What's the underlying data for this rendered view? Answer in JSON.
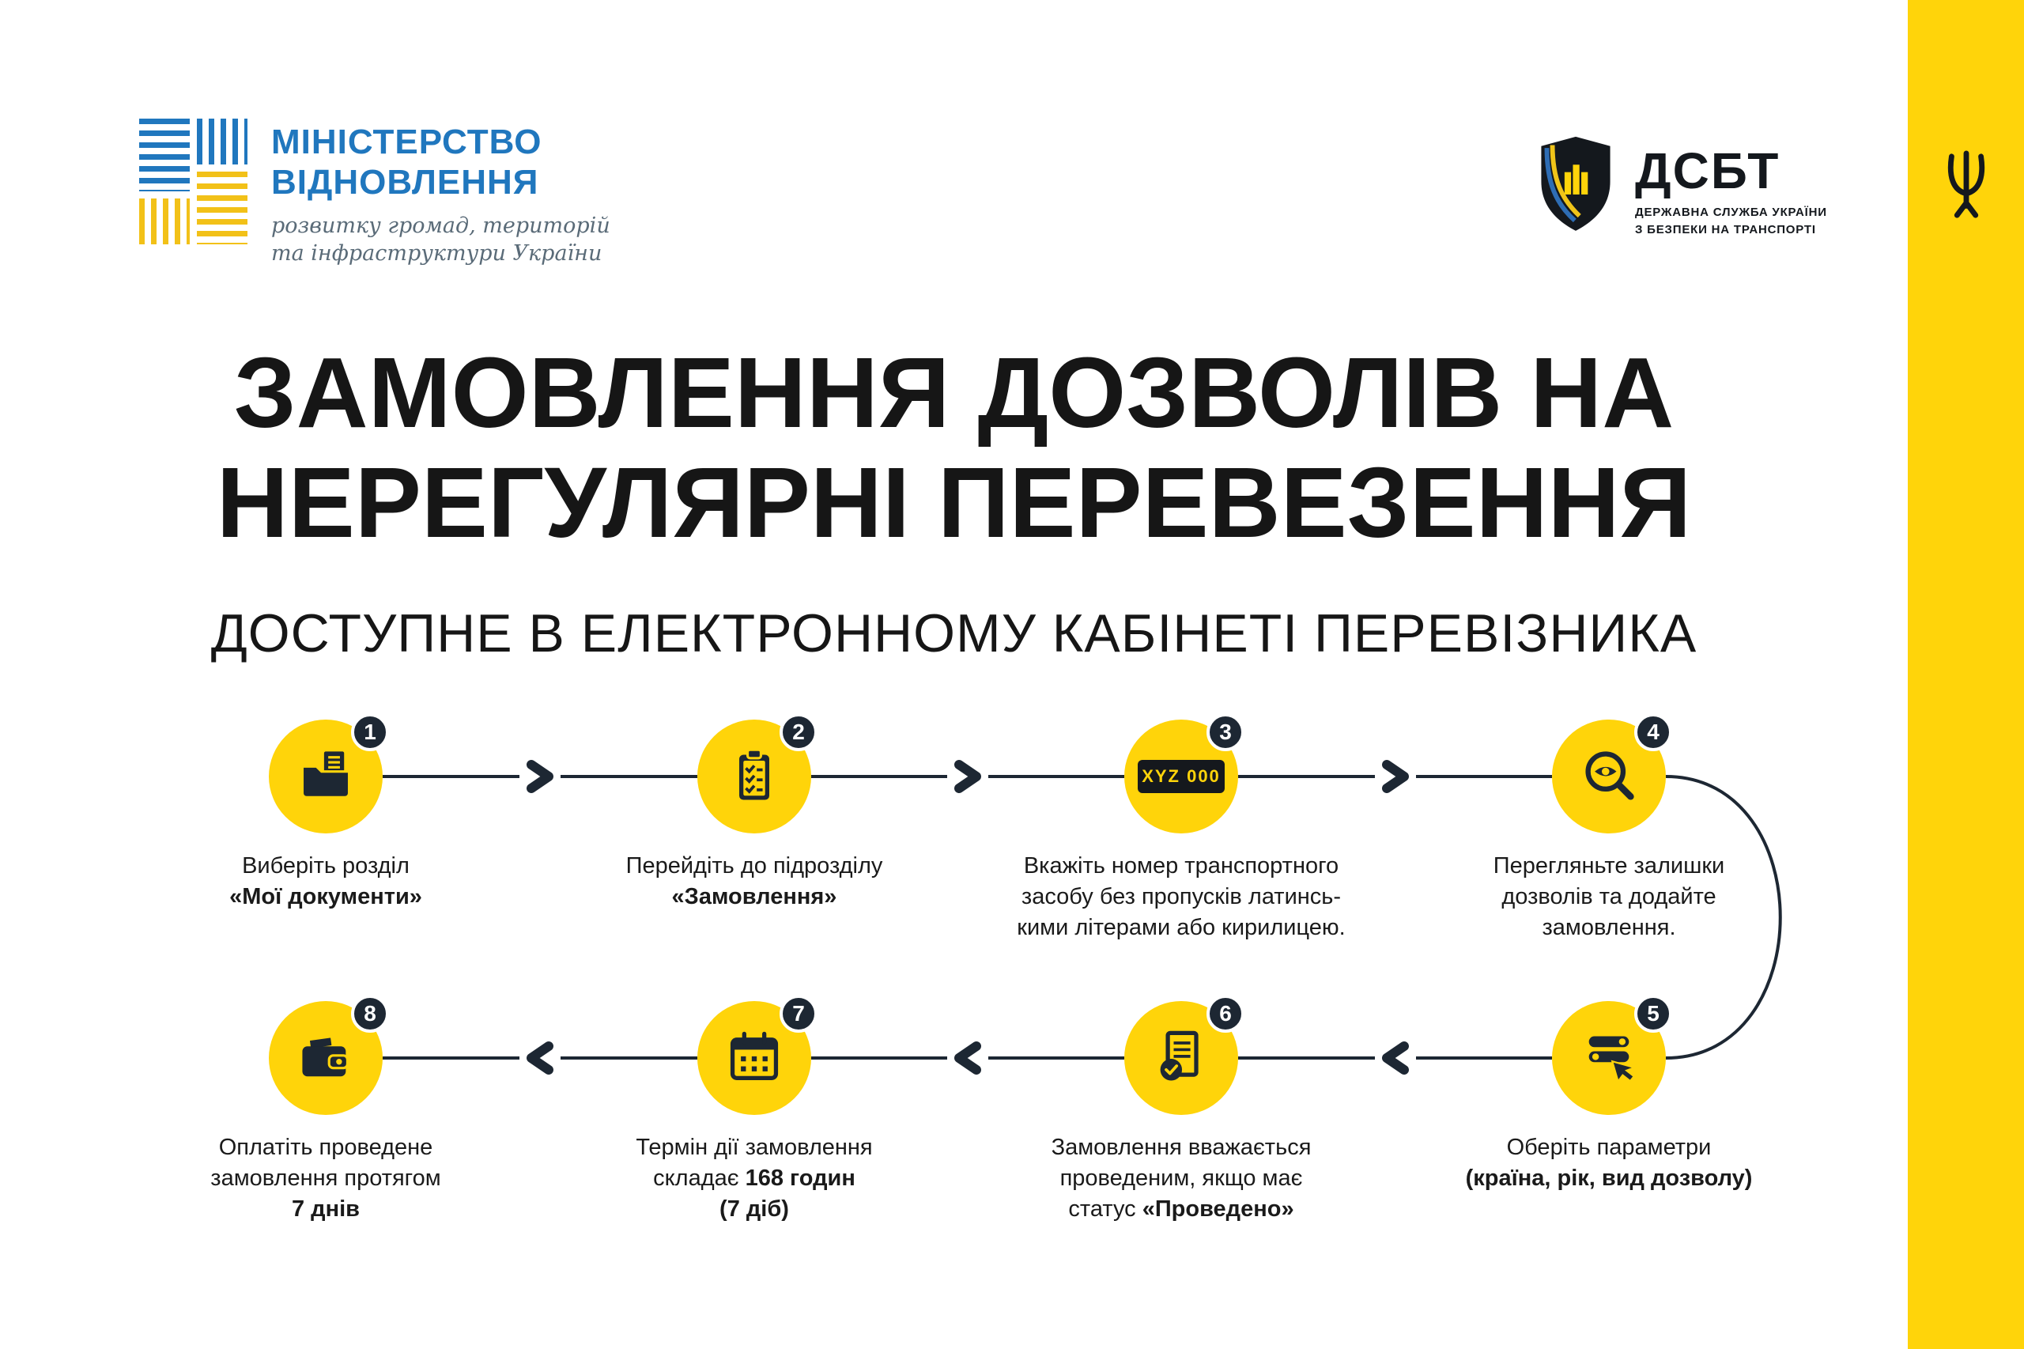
{
  "colors": {
    "accent_yellow": "#FFD40A",
    "dark_navy": "#1D2733",
    "ministry_blue": "#2077BE",
    "title_black": "#161616"
  },
  "header": {
    "ministry": {
      "line1": "МІНІСТЕРСТВО",
      "line2": "ВІДНОВЛЕННЯ",
      "sub1": "розвитку громад, територій",
      "sub2": "та інфраструктури України"
    },
    "dsbt": {
      "abbr": "ДСБТ",
      "sub1": "ДЕРЖАВНА СЛУЖБА УКРАЇНИ",
      "sub2": "З БЕЗПЕКИ НА ТРАНСПОРТІ"
    }
  },
  "title": {
    "line1": "ЗАМОВЛЕННЯ ДОЗВОЛІВ НА",
    "line2": "НЕРЕГУЛЯРНІ ПЕРЕВЕЗЕННЯ"
  },
  "subtitle": "ДОСТУПНЕ В ЕЛЕКТРОННОМУ КАБІНЕТІ ПЕРЕВІЗНИКА",
  "steps": [
    {
      "number": "1",
      "icon": "folder-documents-icon",
      "lines": [
        [
          {
            "t": "Виберіть розділ",
            "b": false
          }
        ],
        [
          {
            "t": "«Мої документи»",
            "b": true
          }
        ]
      ]
    },
    {
      "number": "2",
      "icon": "clipboard-checklist-icon",
      "lines": [
        [
          {
            "t": "Перейдіть до підрозділу",
            "b": false
          }
        ],
        [
          {
            "t": "«Замовлення»",
            "b": true
          }
        ]
      ]
    },
    {
      "number": "3",
      "icon": "license-plate-icon",
      "plate_text": "XYZ 000",
      "lines": [
        [
          {
            "t": "Вкажіть номер транспортного",
            "b": false
          }
        ],
        [
          {
            "t": "засобу без пропусків латинсь-",
            "b": false
          }
        ],
        [
          {
            "t": "кими літерами або кирилицею.",
            "b": false
          }
        ]
      ]
    },
    {
      "number": "4",
      "icon": "magnifier-eye-icon",
      "lines": [
        [
          {
            "t": "Перегляньте залишки",
            "b": false
          }
        ],
        [
          {
            "t": "дозволів та додайте",
            "b": false
          }
        ],
        [
          {
            "t": "замовлення.",
            "b": false
          }
        ]
      ]
    },
    {
      "number": "5",
      "icon": "parameters-tap-icon",
      "lines": [
        [
          {
            "t": "Оберіть параметри",
            "b": false
          }
        ],
        [
          {
            "t": "(країна, рік, вид дозволу)",
            "b": true
          }
        ]
      ]
    },
    {
      "number": "6",
      "icon": "document-check-icon",
      "lines": [
        [
          {
            "t": "Замовлення вважається",
            "b": false
          }
        ],
        [
          {
            "t": "проведеним, якщо має",
            "b": false
          }
        ],
        [
          {
            "t": "статус ",
            "b": false
          },
          {
            "t": "«Проведено»",
            "b": true
          }
        ]
      ]
    },
    {
      "number": "7",
      "icon": "calendar-icon",
      "lines": [
        [
          {
            "t": "Термін дії замовлення",
            "b": false
          }
        ],
        [
          {
            "t": "складає ",
            "b": false
          },
          {
            "t": "168 годин",
            "b": true
          }
        ],
        [
          {
            "t": "(7 діб)",
            "b": true
          }
        ]
      ]
    },
    {
      "number": "8",
      "icon": "wallet-payment-icon",
      "lines": [
        [
          {
            "t": "Оплатіть проведене",
            "b": false
          }
        ],
        [
          {
            "t": "замовлення протягом",
            "b": false
          }
        ],
        [
          {
            "t": "7 днів",
            "b": true
          }
        ]
      ]
    }
  ]
}
